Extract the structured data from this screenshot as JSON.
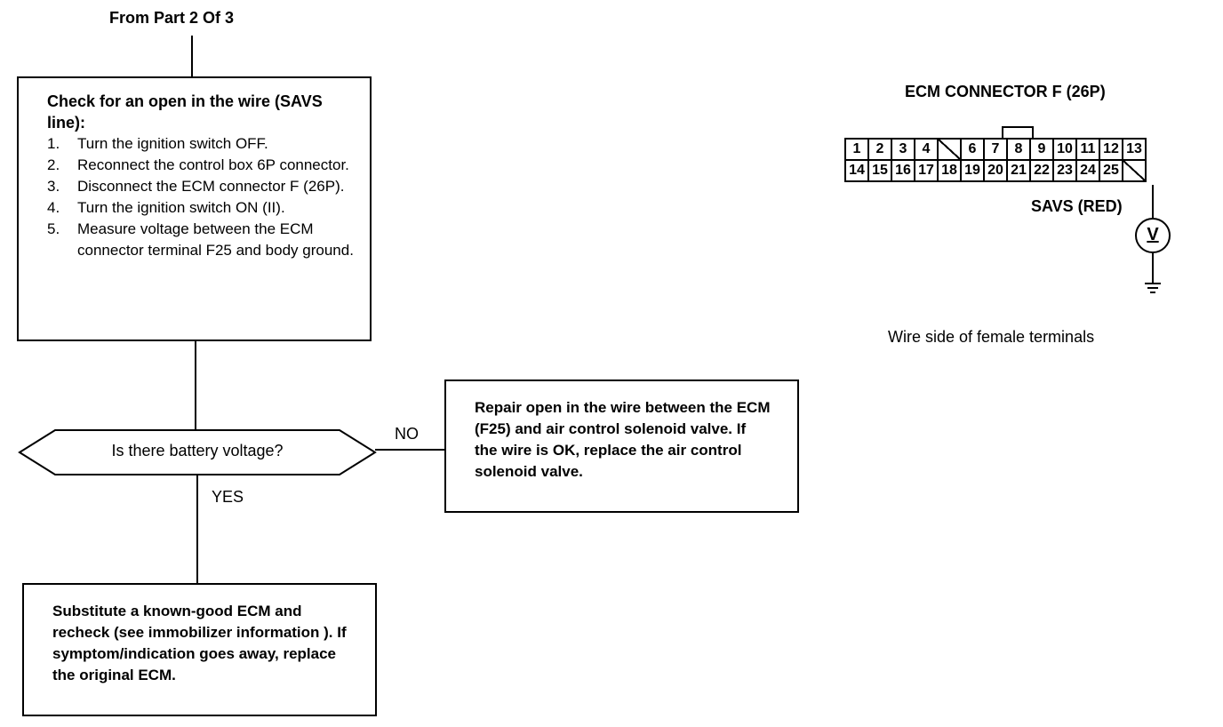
{
  "flowchart": {
    "from_label": "From Part 2 Of 3",
    "check_box": {
      "heading": "Check for an open in the wire (SAVS line):",
      "steps": [
        {
          "num": "1.",
          "text": "Turn the ignition switch OFF."
        },
        {
          "num": "2.",
          "text": "Reconnect the control box 6P connector."
        },
        {
          "num": "3.",
          "text": "Disconnect the ECM connector F (26P)."
        },
        {
          "num": "4.",
          "text": "Turn the ignition switch ON (II)."
        },
        {
          "num": "5.",
          "text": "Measure voltage between the ECM connector terminal F25 and body ground."
        }
      ]
    },
    "decision": "Is there battery voltage?",
    "no_label": "NO",
    "yes_label": "YES",
    "repair_box": "Repair open in the wire between the ECM (F25) and air control solenoid valve. If the wire is OK, replace the air control solenoid valve.",
    "substitute_box": "Substitute a known-good ECM and recheck (see immobilizer information ). If symptom/indication goes away, replace the original ECM."
  },
  "connector": {
    "title": "ECM CONNECTOR F (26P)",
    "top_row": [
      "1",
      "2",
      "3",
      "4",
      "",
      "6",
      "7",
      "8",
      "9",
      "10",
      "11",
      "12",
      "13"
    ],
    "bottom_row": [
      "14",
      "15",
      "16",
      "17",
      "18",
      "19",
      "20",
      "21",
      "22",
      "23",
      "24",
      "25",
      ""
    ],
    "wire_label": "SAVS (RED)",
    "meter_symbol": "V",
    "caption": "Wire side of female terminals"
  }
}
